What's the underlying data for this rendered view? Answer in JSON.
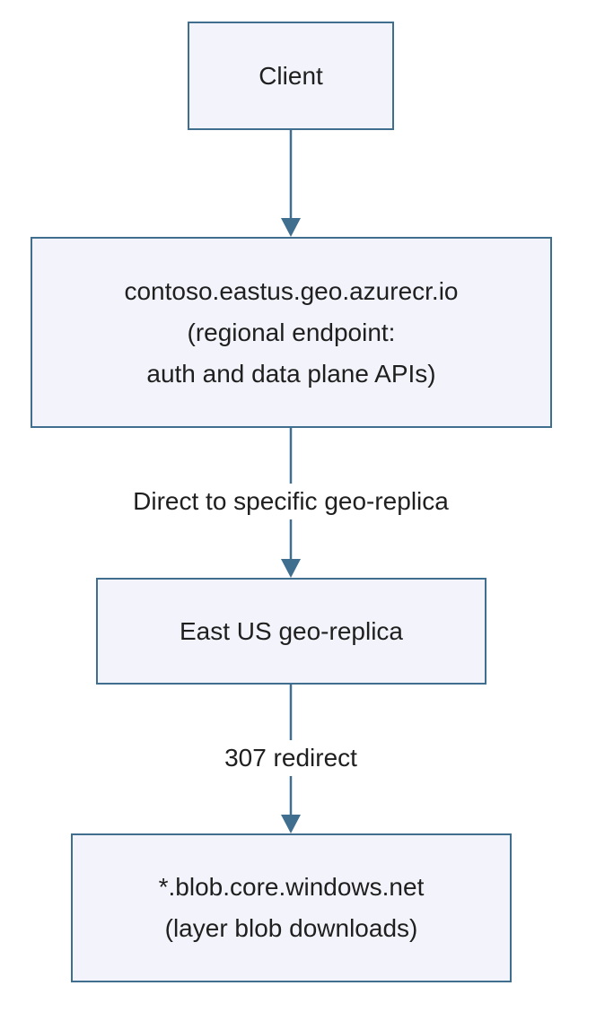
{
  "nodes": {
    "client": {
      "lines": [
        "Client"
      ]
    },
    "regional_endpoint": {
      "lines": [
        "contoso.eastus.geo.azurecr.io",
        "(regional endpoint:",
        "auth and data plane APIs)"
      ]
    },
    "geo_replica": {
      "lines": [
        "East US geo-replica"
      ]
    },
    "blob_storage": {
      "lines": [
        "*.blob.core.windows.net",
        "(layer blob downloads)"
      ]
    }
  },
  "edges": {
    "client_to_endpoint": {
      "label": ""
    },
    "endpoint_to_replica": {
      "label": "Direct to specific geo-replica"
    },
    "replica_to_blob": {
      "label": "307 redirect"
    }
  },
  "colors": {
    "node_fill": "#f3f4fb",
    "node_border": "#3f6e8f",
    "edge_stroke": "#3f6e8f"
  }
}
